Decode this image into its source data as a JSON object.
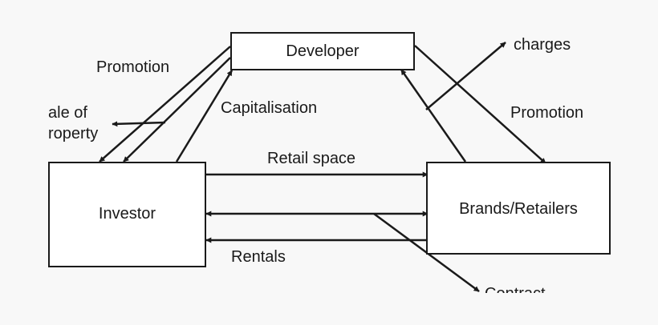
{
  "nodes": {
    "developer": "Developer",
    "investor": "Investor",
    "brands": "Brands/Retailers"
  },
  "labels": {
    "promotion_left": "Promotion",
    "capitalisation": "Capitalisation",
    "sale_line1": "ale of",
    "sale_line2": "roperty",
    "charges": "charges",
    "promotion_right": "Promotion",
    "retail_space": "Retail space",
    "rentals": "Rentals",
    "contracts_cut": "Contract"
  },
  "colors": {
    "ink": "#1a1a1a",
    "background": "#f8f8f8",
    "box_fill": "#ffffff"
  }
}
